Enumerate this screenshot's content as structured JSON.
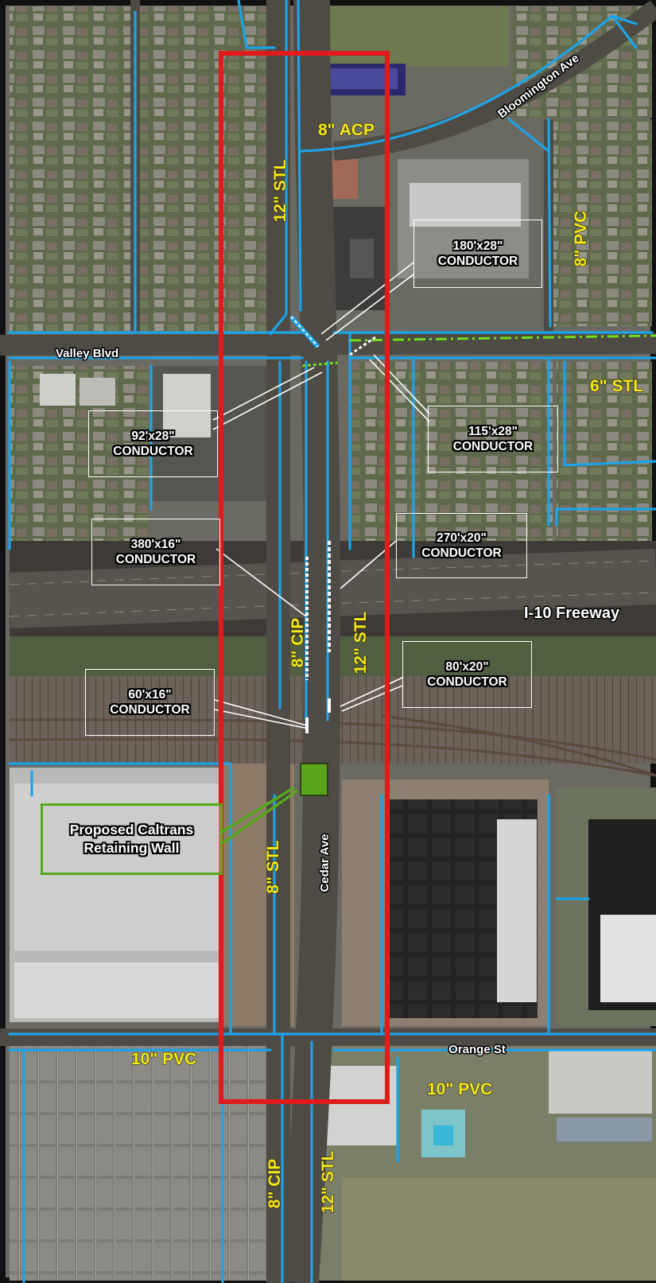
{
  "map": {
    "project_boundary_color": "#e01b1b",
    "water_main_color": "#1ea3e6",
    "pipe_label_color": "#f7ea1b",
    "wall_color": "#58a81c",
    "proposed_line_color": "#6fdc1f"
  },
  "streets": {
    "bloomington": "Bloomington Ave",
    "valley": "Valley Blvd",
    "freeway": "I-10 Freeway",
    "cedar": "Cedar Ave",
    "orange": "Orange St"
  },
  "pipes": {
    "acp8": "8\" ACP",
    "stl12_north": "12\" STL",
    "pvc8_east": "8\" PVC",
    "stl6_east": "6\" STL",
    "cip8_freeway": "8\" CIP",
    "stl12_freeway": "12\" STL",
    "stl8_south": "8\" STL",
    "pvc10_west": "10\" PVC",
    "pvc10_east": "10\" PVC",
    "cip8_south": "8\" CIP",
    "stl12_south": "12\" STL"
  },
  "conductors": [
    {
      "size": "180'x28\"",
      "label": "CONDUCTOR"
    },
    {
      "size": "92'x28\"",
      "label": "CONDUCTOR"
    },
    {
      "size": "115'x28\"",
      "label": "CONDUCTOR"
    },
    {
      "size": "380'x16\"",
      "label": "CONDUCTOR"
    },
    {
      "size": "270'x20\"",
      "label": "CONDUCTOR"
    },
    {
      "size": "80'x20\"",
      "label": "CONDUCTOR"
    },
    {
      "size": "60'x16\"",
      "label": "CONDUCTOR"
    }
  ],
  "wall": {
    "line1": "Proposed Caltrans",
    "line2": "Retaining Wall"
  }
}
